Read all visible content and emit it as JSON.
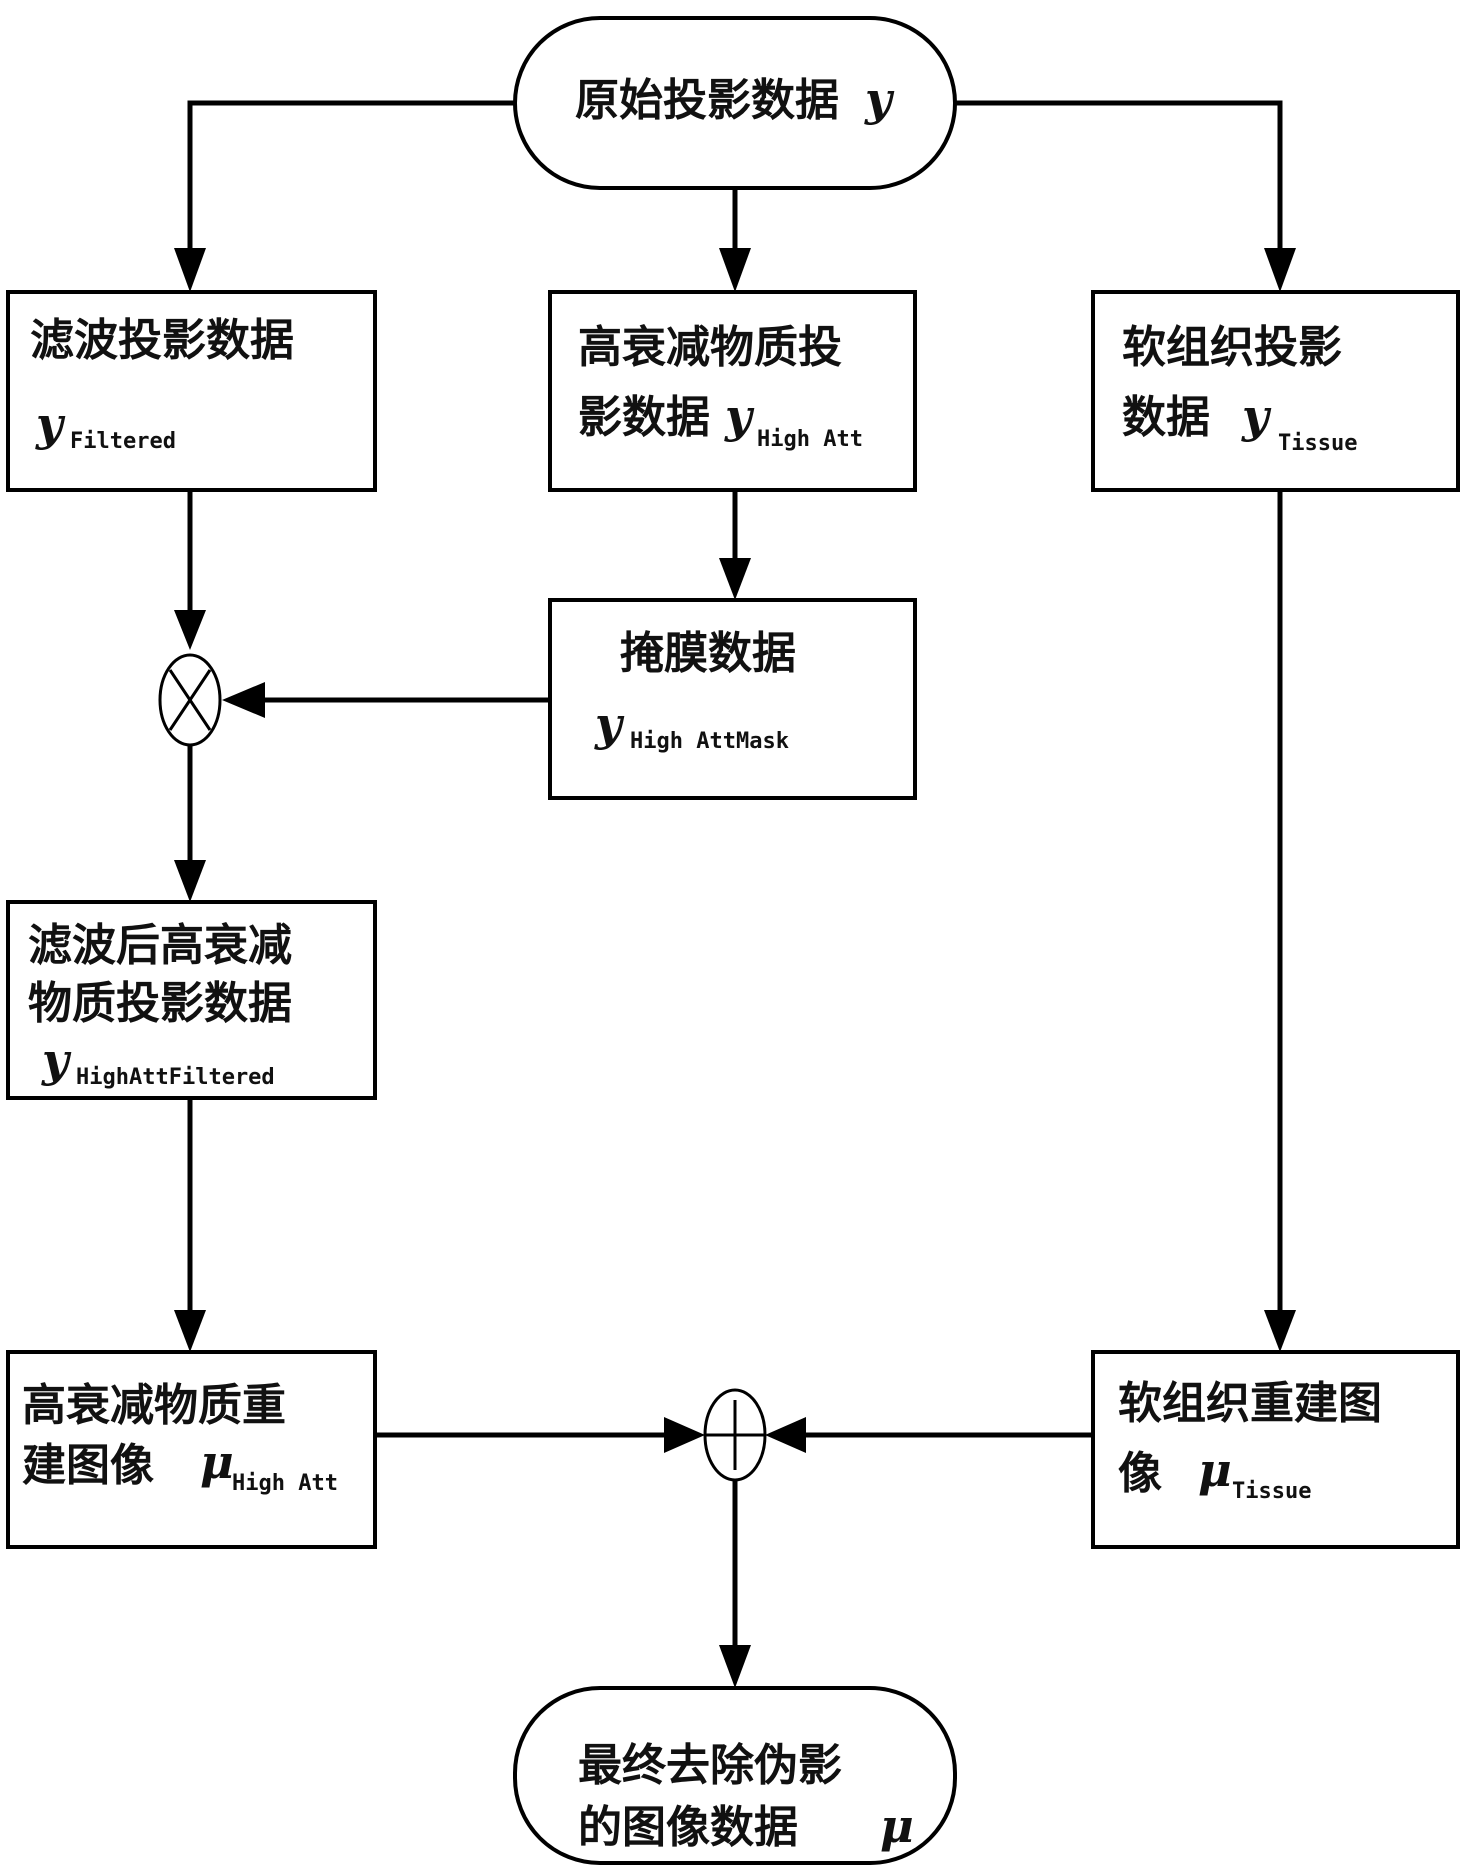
{
  "nodes": {
    "start": {
      "text": "原始投影数据",
      "var": "y"
    },
    "filtered": {
      "line1": "滤波投影数据",
      "var": "y",
      "sub": "Filtered"
    },
    "high_att": {
      "line1": "高衰减物质投",
      "line2": "影数据",
      "var": "y",
      "sub": "High Att"
    },
    "tissue": {
      "line1": "软组织投影",
      "line2": "数据",
      "var": "y",
      "sub": "Tissue"
    },
    "mask": {
      "line1": "掩膜数据",
      "var": "y",
      "sub": "High AttMask"
    },
    "high_att_filtered": {
      "line1": "滤波后高衰减",
      "line2": "物质投影数据",
      "var": "y",
      "sub": "HighAttFiltered"
    },
    "high_att_recon": {
      "line1": "高衰减物质重",
      "line2": "建图像",
      "var": "μ",
      "sub": "High Att"
    },
    "tissue_recon": {
      "line1": "软组织重建图",
      "line2": "像",
      "var": "μ",
      "sub": "Tissue"
    },
    "final": {
      "line1": "最终去除伪影",
      "line2": "的图像数据",
      "var": "μ"
    }
  },
  "operators": {
    "multiply": "⊗",
    "add": "⊕"
  }
}
